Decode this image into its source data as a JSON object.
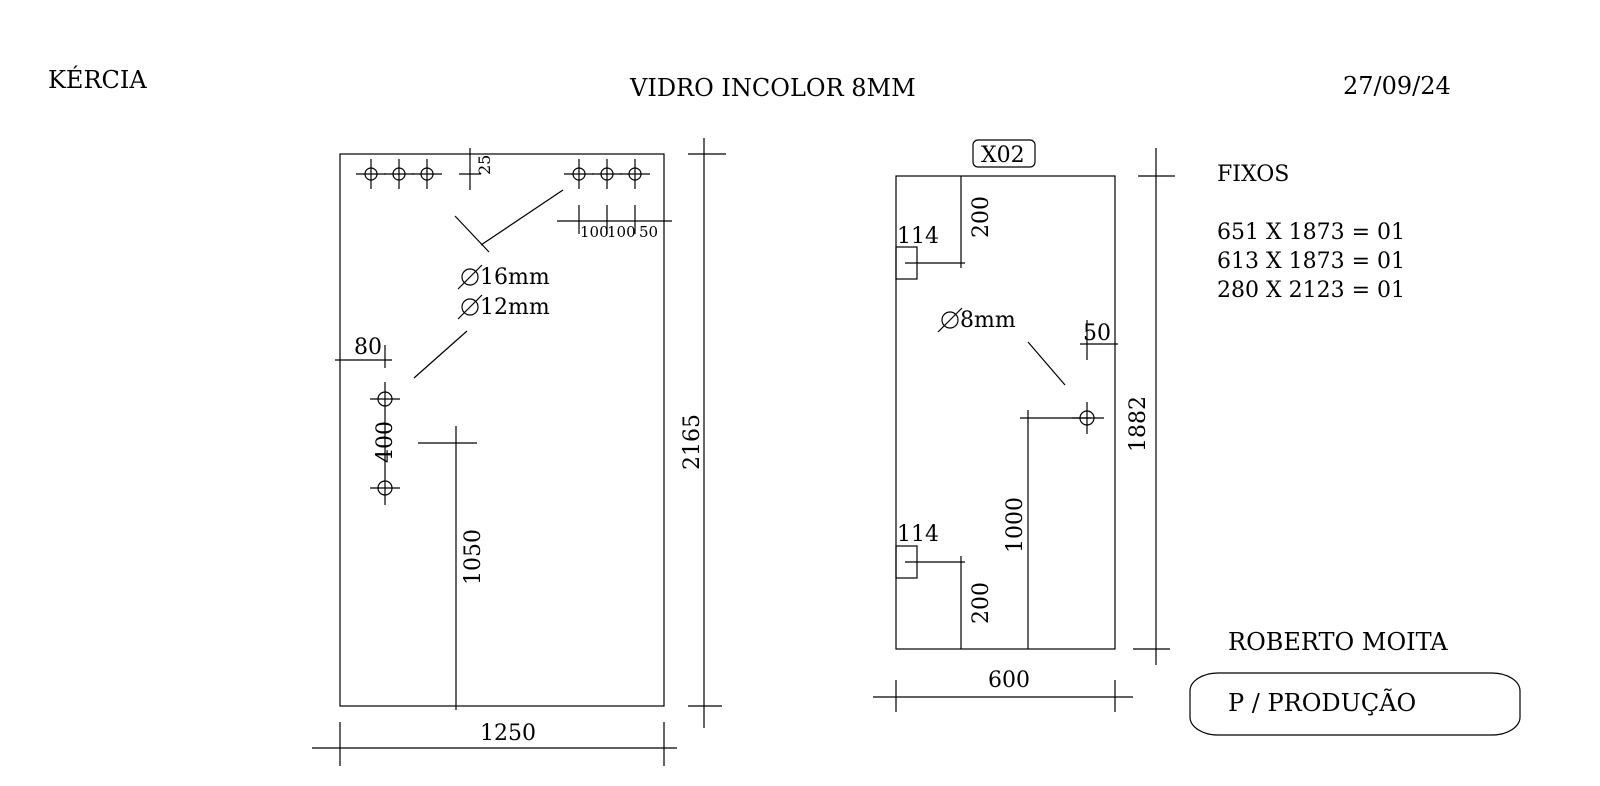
{
  "header": {
    "client": "KÉRCIA",
    "material": "VIDRO INCOLOR 8MM",
    "date": "27/09/24"
  },
  "panel_left": {
    "width": "1250",
    "height": "2165",
    "top_offset": "25",
    "hole_spacing": [
      "100",
      "100",
      "50"
    ],
    "hole_diameters": [
      "16mm",
      "12mm"
    ],
    "side_offset": "80",
    "hole_distance": "400",
    "height_mark": "1050"
  },
  "panel_right": {
    "tag": "X02",
    "width": "600",
    "height": "1882",
    "notch_top_width": "114",
    "notch_top_offset": "200",
    "notch_bottom_width": "114",
    "notch_bottom_offset": "200",
    "hole_diameter": "8mm",
    "hole_edge": "50",
    "hole_height": "1000"
  },
  "fixed_list": {
    "title": "FIXOS",
    "items": [
      "651 X 1873 = 01",
      "613 X 1873 = 01",
      "280 X 2123 = 01"
    ]
  },
  "footer": {
    "name": "ROBERTO MOITA",
    "status": "P / PRODUÇÃO"
  }
}
